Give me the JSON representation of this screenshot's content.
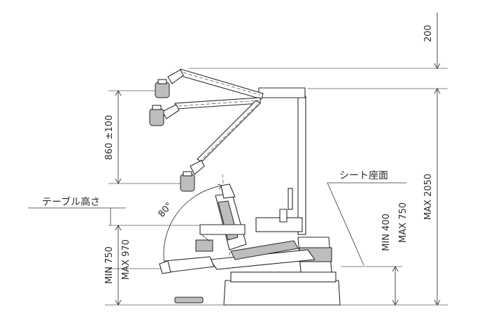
{
  "labels": {
    "dim_200": "200",
    "dim_max_2050": "MAX 2050",
    "dim_860": "860 ±100",
    "dim_angle": "80°",
    "table_height": "テーブル高さ",
    "dim_min_750": "MIN  750",
    "dim_max_970": "MAX  970",
    "seat_surface": "シート座面",
    "dim_min_400": "MIN  400",
    "dim_max_750": "MAX  750"
  }
}
